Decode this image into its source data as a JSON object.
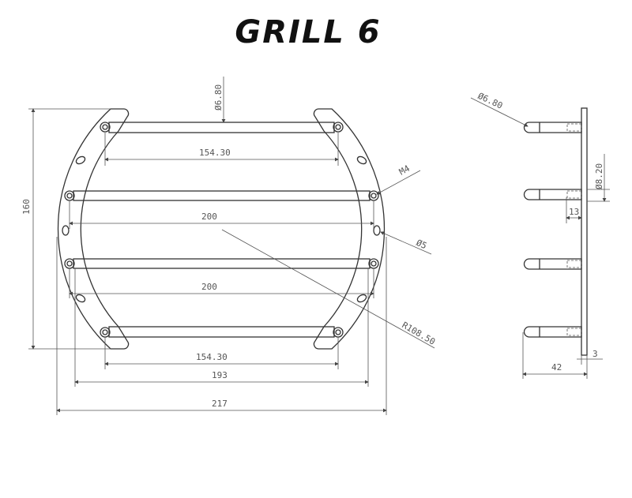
{
  "title": "GRILL 6",
  "front_view": {
    "dims": {
      "hole_dia_top": "Ø6.80",
      "top_span": "154.30",
      "mid_span_1": "200",
      "mid_span_2": "200",
      "bottom_span": "154.30",
      "ring_inner_width": "193",
      "overall_width": "217",
      "overall_height": "160",
      "thread": "M4",
      "slot_dia": "Ø5",
      "radius": "R108.50"
    }
  },
  "side_view": {
    "dims": {
      "rod_dia": "Ø6.80",
      "insert_dia": "Ø8.20",
      "insert_depth": "13",
      "plate_thickness": "3",
      "overall_depth": "42"
    }
  }
}
